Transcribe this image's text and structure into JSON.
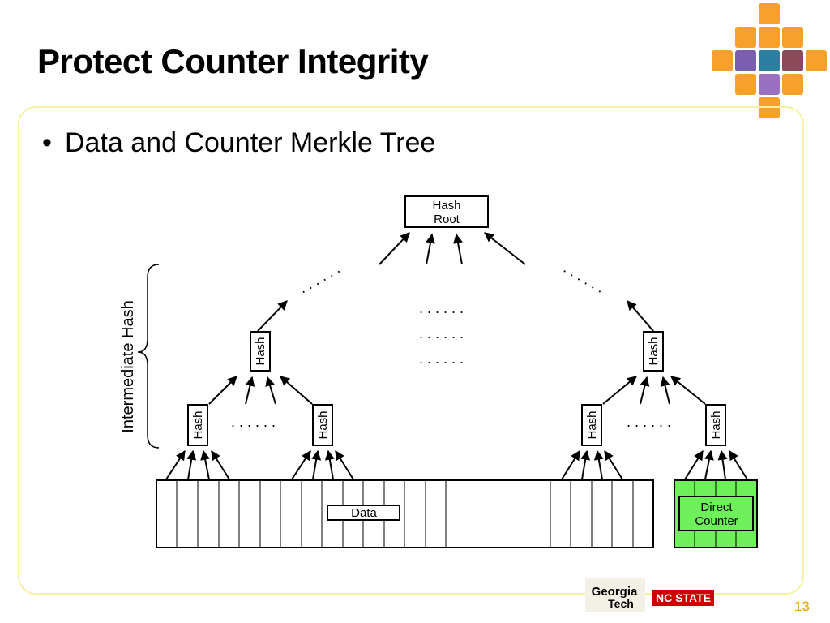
{
  "slide": {
    "title": "Protect Counter Integrity",
    "bullet": "Data and Counter Merkle Tree",
    "page_number": "13"
  },
  "diagram": {
    "root_label_line1": "Hash",
    "root_label_line2": "Root",
    "hash_label": "Hash",
    "intermediate_label": "Intermediate Hash",
    "data_label": "Data",
    "counter_label_line1": "Direct",
    "counter_label_line2": "Counter",
    "ellipsis": ". . . . . ."
  },
  "logos": {
    "georgia_tech_line1": "Georgia",
    "georgia_tech_line2": "Tech",
    "nc_state": "NC STATE"
  },
  "colors": {
    "accent_orange": "#f7a12a",
    "frame_yellow": "#f6f0a0",
    "counter_green": "#6ef05a",
    "nc_red": "#cc0000",
    "page_number": "#e8a000"
  }
}
